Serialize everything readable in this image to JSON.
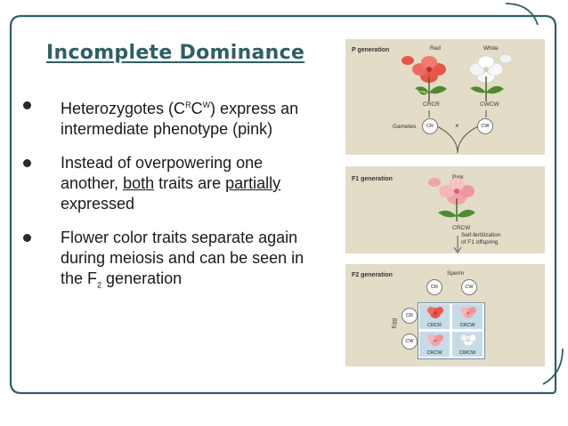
{
  "title": "Incomplete Dominance",
  "bullets": [
    {
      "parts": {
        "a": "Heterozygotes (C",
        "r": "R",
        "b": "C",
        "w": "W",
        "c": ") express an intermediate phenotype (pink)"
      }
    },
    {
      "parts": {
        "a": "Instead of overpowering one another, ",
        "u1": "both",
        "b": " traits are ",
        "u2": "partially",
        "c": " expressed"
      }
    },
    {
      "parts": {
        "a": "Flower color traits separate again during meiosis and can be seen in the F",
        "sub": "2",
        "c": " generation"
      }
    }
  ],
  "figure": {
    "p_generation": {
      "label": "P generation",
      "red": "Red",
      "white": "White",
      "gametes": "Gametes",
      "cross": "×",
      "genotype_left": "CRCR",
      "genotype_right": "CWCW",
      "gamete_left": "CR",
      "gamete_right": "CW"
    },
    "f1_generation": {
      "label": "F1 generation",
      "pink": "Pink",
      "genotype": "CRCW",
      "note_line1": "Self-fertilization",
      "note_line2": "of F1 offspring"
    },
    "f2_generation": {
      "label": "F2 generation",
      "sperm": "Sperm",
      "egg": "Egg",
      "sperm_left": "CR",
      "sperm_right": "CW",
      "egg_top": "CR",
      "egg_bottom": "CW",
      "cells": [
        "CRCR",
        "CRCW",
        "CRCW",
        "CWCW"
      ]
    }
  },
  "colors": {
    "title": "#2e5f66",
    "frame": "#2e5f66",
    "panel": "#e3dcc6",
    "red_flower": "#e8554b",
    "pink_flower": "#f2a3aa",
    "white_flower": "#f4f4f4"
  }
}
